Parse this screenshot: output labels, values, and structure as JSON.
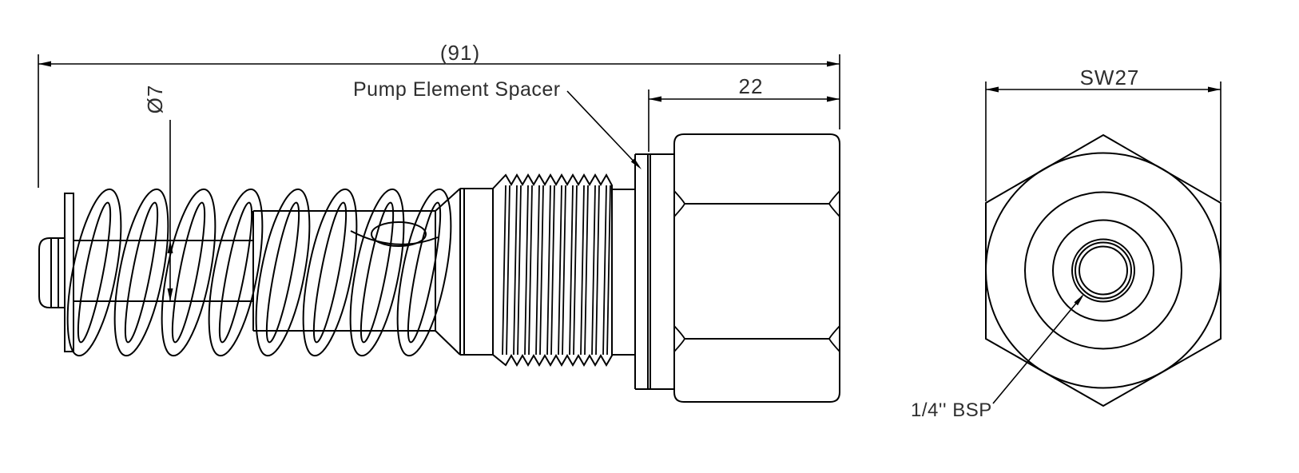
{
  "meta": {
    "background_color": "#ffffff",
    "line_color": "#000000",
    "text_color": "#2e2e2e",
    "drawing_type": "2D technical drawing, pump element spacer fitting"
  },
  "side_view": {
    "name": "side-profile-view",
    "labels": {
      "overall_length": "(91)",
      "rod_diameter": "Ø7",
      "end_length": "22",
      "spacer": "Pump Element Spacer"
    }
  },
  "end_view": {
    "name": "hex-end-view",
    "labels": {
      "wrench_size": "SW27",
      "thread": "1/4'' BSP"
    }
  }
}
